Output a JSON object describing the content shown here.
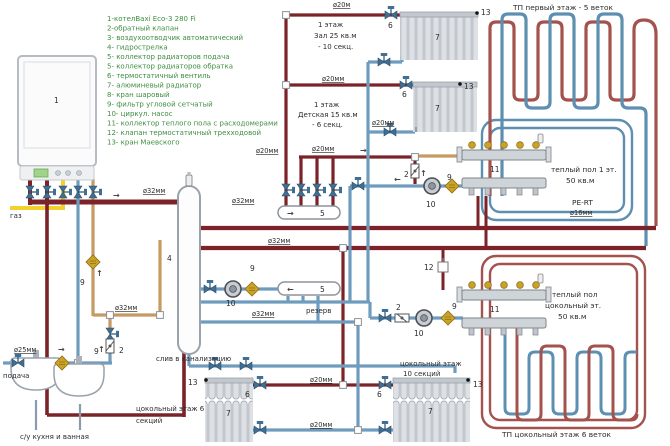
{
  "legend": {
    "items": [
      "1-котелBaxi Eco-3 280 Fi",
      "2-обратный клапан",
      "3- воздухоотводчик автоматический",
      "4- гидрострелка",
      "5- коллектор радиаторов подача",
      "5- коллектор радиаторов обратка",
      "6- термостатичный вентиль",
      "7- алюминевый радиатор",
      "8- кран шаровый",
      "9- фильтр угловой сетчатый",
      "10- циркул. насос",
      "11- коллектор теплого пола с расходомерами",
      "12- клапан термостатичный трехходовой",
      "13- кран Маевского"
    ]
  },
  "labels": {
    "d20m": "ø20м",
    "d20": "ø20мм",
    "d25": "ø25мм",
    "d32": "ø32мм",
    "d16": "ø16мм",
    "pert": "PE-RT",
    "gas": "газ",
    "supply": "подача",
    "reserve": "резерв",
    "drain": "слив в канализацию",
    "bath": "с/у кухня и ванная"
  },
  "rooms": {
    "hall1": "1 этаж",
    "hall2": "Зал 25 кв.м",
    "hall3": "- 10 секц.",
    "kids1": "1 этаж",
    "kids2": "Детская 15 кв.м",
    "kids3": "- 6 секц.",
    "bsm10_1": "цокольный этаж",
    "bsm10_2": "10 секций",
    "bsm6_1": "цокольный этаж 6",
    "bsm6_2": "секций"
  },
  "zones": {
    "tp1_title": "ТП первый этаж - 5 веток",
    "tp1_area1": "теплый пол 1 эт.",
    "tp1_area2": "50 кв.м",
    "tpb_area1": "теплый пол",
    "tpb_area2": "цокольный эт.",
    "tpb_area3": "50 кв.м",
    "tpb_title": "ТП цокольный этаж 6 веток"
  },
  "tags": {
    "t1": "1",
    "t2": "2",
    "t4": "4",
    "t5": "5",
    "t6": "6",
    "t7": "7",
    "t9": "9",
    "t10": "10",
    "t11": "11",
    "t12": "12",
    "t13": "13"
  },
  "arrows": {
    "right": "→",
    "left": "←",
    "up": "↑"
  },
  "colors": {
    "supply_pipe": "#7b2328",
    "loop_red": "#a3524d",
    "return_pipe": "#6f9cbe",
    "loop_blue": "#5d8fb0",
    "dhw_pipe": "#c59a63",
    "gas_pipe": "#f2d12e",
    "legend_text": "#3e8e41"
  }
}
